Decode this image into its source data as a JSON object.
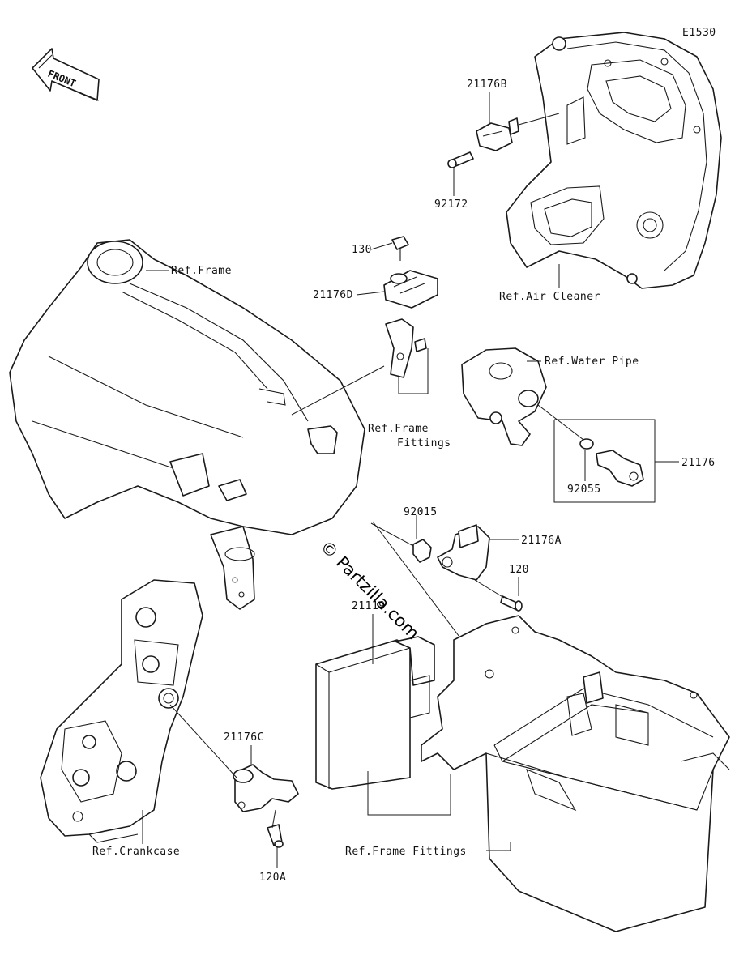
{
  "diagram_code": "E1530",
  "front_label": "FRONT",
  "watermark": "© Partzilla.com",
  "labels": {
    "p21176B": "21176B",
    "p92172": "92172",
    "p130": "130",
    "p21176D": "21176D",
    "ref_frame": "Ref.Frame",
    "ref_air_cleaner": "Ref.Air Cleaner",
    "ref_water_pipe": "Ref.Water Pipe",
    "ref_frame_fittings_a": "Ref.Frame",
    "ref_frame_fittings_b": "Fittings",
    "p21176": "21176",
    "p92055": "92055",
    "p92015": "92015",
    "p21176A": "21176A",
    "p120": "120",
    "p21119": "21119",
    "p21176C": "21176C",
    "ref_crankcase": "Ref.Crankcase",
    "p120A": "120A",
    "ref_frame_fittings_bottom": "Ref.Frame Fittings"
  }
}
